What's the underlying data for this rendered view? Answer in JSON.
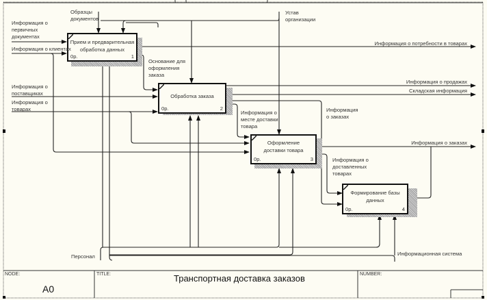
{
  "diagram": {
    "type": "IDEF0",
    "frame": {
      "node_label": "NODE:",
      "node_value": "A0",
      "title_label": "TITLE:",
      "title_value": "Транспортная доставка заказов",
      "number_label": "NUMBER:"
    },
    "boxes": [
      {
        "id": 1,
        "title": "Прием и предварительная\nобработка данных",
        "cost": "0р.",
        "number": "1"
      },
      {
        "id": 2,
        "title": "Обработка заказа",
        "cost": "0р.",
        "number": "2"
      },
      {
        "id": 3,
        "title": "Оформление\nдоставки товара",
        "cost": "0р.",
        "number": "3"
      },
      {
        "id": 4,
        "title": "Формирование базы\nданных",
        "cost": "0р.",
        "number": "4"
      }
    ],
    "arrow_labels": {
      "primary_docs": "Информация о\nпервичных\nдокументах",
      "clients": "Информация о клиентах",
      "doc_samples": "Образцы\nдокументов",
      "charter": "Устав\nорганизации",
      "needs": "Информация о потребности в товарах",
      "order_basis": "Основание для\nоформления\nзаказа",
      "suppliers": "Информация о\nпоставщиках",
      "goods": "Информация о\nтоварах",
      "sales": "Информация о продажах",
      "warehouse": "Складская информация",
      "delivery_place": "Информация о\nместе доставки\nтовара",
      "orders_info": "Информация\nо заказах",
      "orders_out": "Информация о заказах",
      "delivered": "Информация о\nдоставленных\nтоварах",
      "personnel": "Персонал",
      "info_system": "Информационная система"
    }
  }
}
